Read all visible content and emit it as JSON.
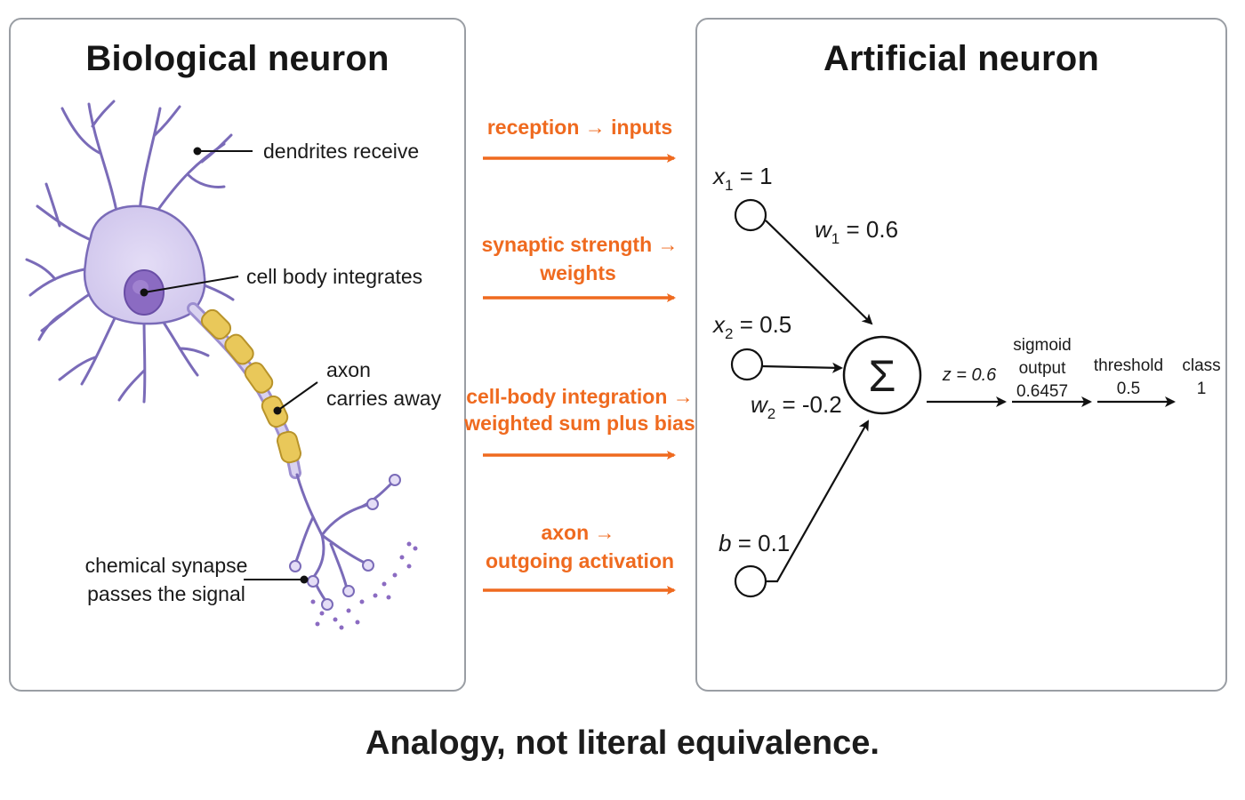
{
  "biological": {
    "title": "Biological neuron",
    "labels": {
      "dendrites": "dendrites receive",
      "cell_body": "cell body integrates",
      "axon_1": "axon",
      "axon_2": "carries away",
      "synapse_1": "chemical synapse",
      "synapse_2": "passes the signal"
    }
  },
  "mappings": [
    {
      "line1": "reception → inputs",
      "line2": ""
    },
    {
      "line1": "synaptic strength →",
      "line2": "weights"
    },
    {
      "line1": "cell-body integration →",
      "line2": "weighted sum plus bias"
    },
    {
      "line1": "axon →",
      "line2": "outgoing activation"
    }
  ],
  "artificial": {
    "title": "Artificial neuron",
    "summation_symbol": "Σ",
    "inputs": [
      {
        "var": "x",
        "sub": "1",
        "value": "1"
      },
      {
        "var": "x",
        "sub": "2",
        "value": "0.5"
      },
      {
        "var": "b",
        "sub": "",
        "value": "0.1"
      }
    ],
    "weights": [
      {
        "var": "w",
        "sub": "1",
        "value": "0.6"
      },
      {
        "var": "w",
        "sub": "2",
        "value": "-0.2"
      }
    ],
    "z_label": "z = 0.6",
    "sigmoid": {
      "line1": "sigmoid",
      "line2": "output",
      "line3": "0.6457"
    },
    "threshold": {
      "line1": "threshold",
      "line2": "0.5"
    },
    "class": {
      "line1": "class",
      "line2": "1"
    }
  },
  "caption": "Analogy, not literal equivalence.",
  "colors": {
    "accent_orange": "#ef6a1f",
    "neuron_fill": "#d9d2f0",
    "neuron_stroke": "#7a6bb8",
    "nucleus": "#8b6bc2",
    "myelin": "#e9c85a",
    "panel_border": "#9a9ea4"
  }
}
